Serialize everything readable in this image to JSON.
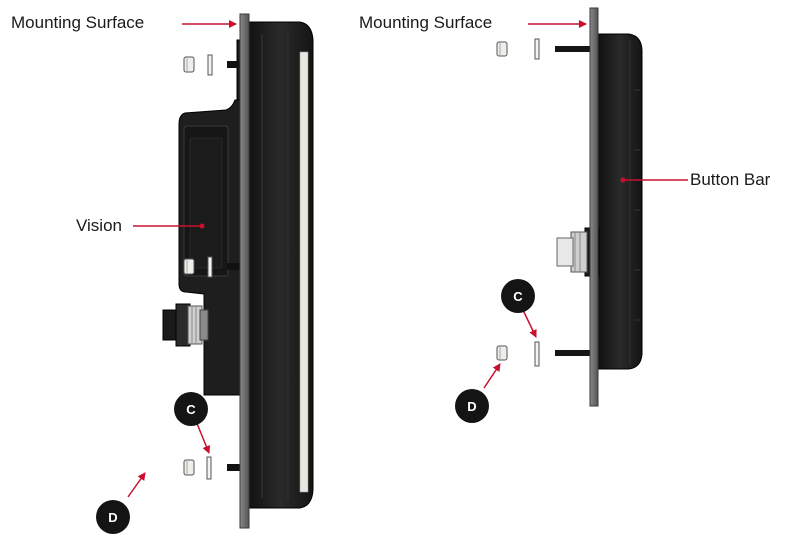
{
  "labels": {
    "left_mounting_surface": "Mounting Surface",
    "right_mounting_surface": "Mounting Surface",
    "vision": "Vision",
    "button_bar": "Button Bar"
  },
  "badges": {
    "left_c": "C",
    "left_d": "D",
    "right_c": "C",
    "right_d": "D"
  },
  "colors": {
    "leader": "#c8102e",
    "device": "#1c1c1c",
    "panel": "#6b6b6b",
    "badge": "#141414"
  }
}
